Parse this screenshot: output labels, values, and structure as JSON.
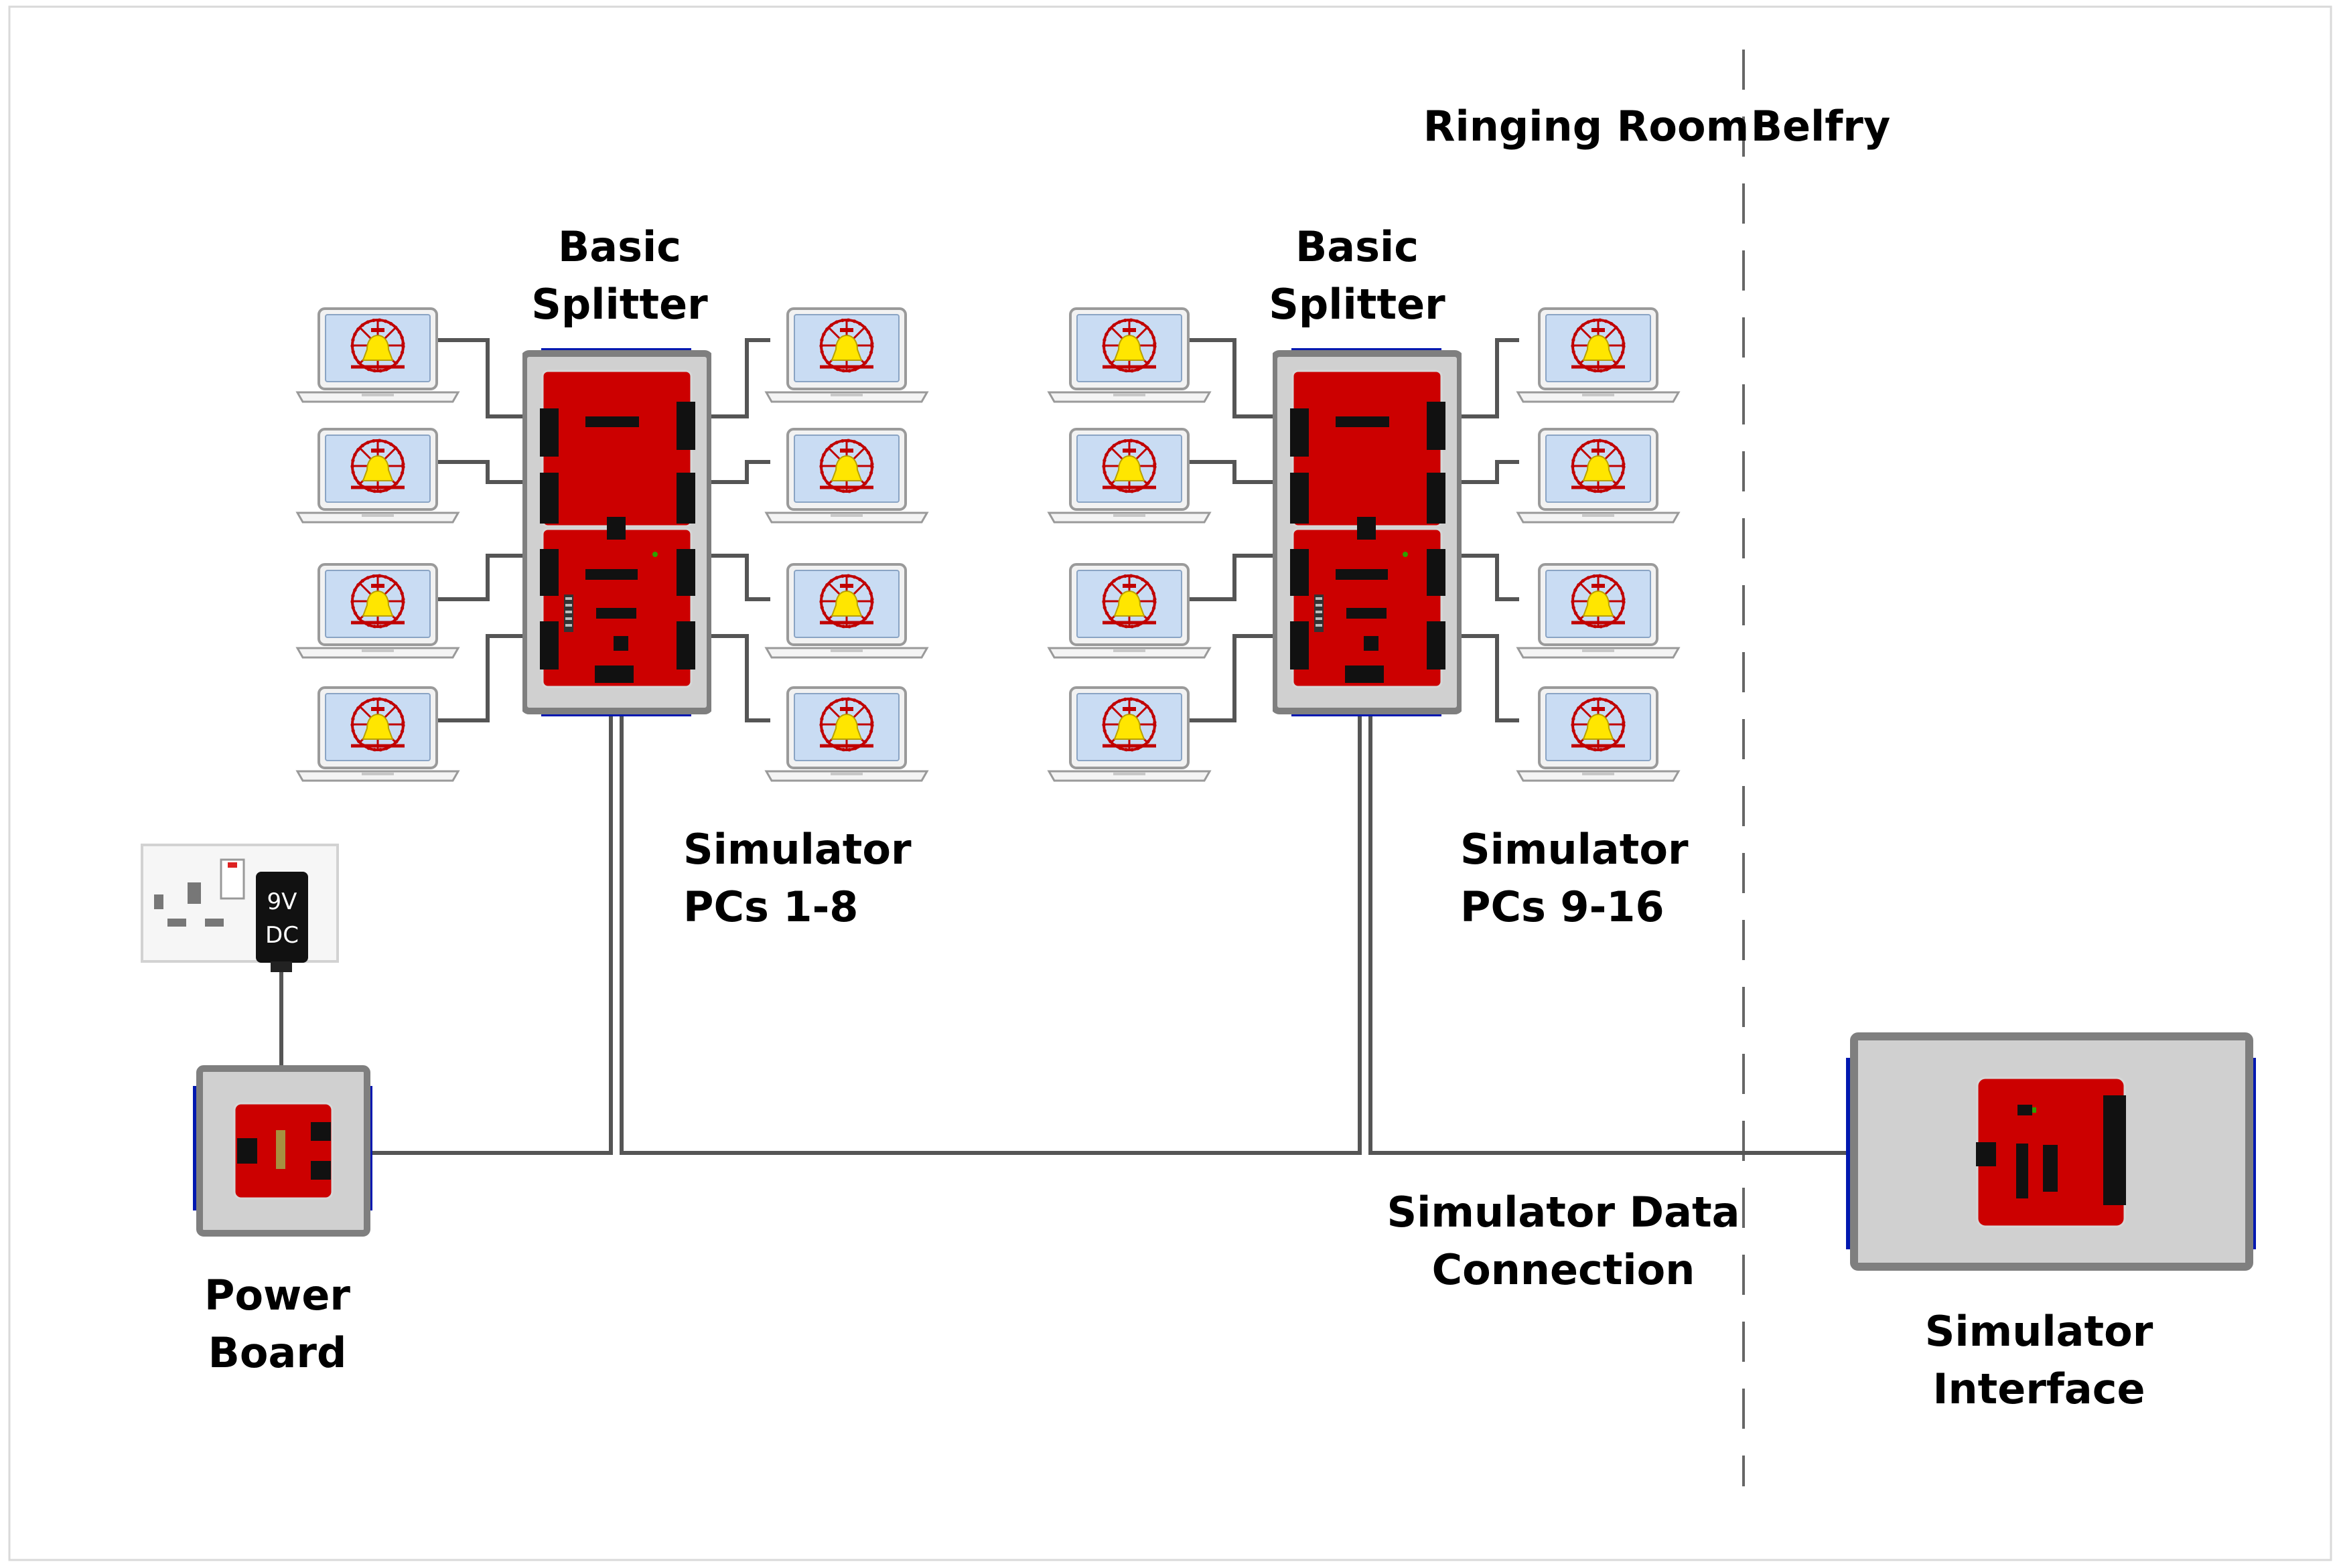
{
  "labels": {
    "zone_ringing_room": "Ringing Room",
    "zone_belfry": "Belfry",
    "splitter1": [
      "Basic",
      "Splitter"
    ],
    "splitter2": [
      "Basic",
      "Splitter"
    ],
    "pcs1": [
      "Simulator",
      "PCs 1-8"
    ],
    "pcs2": [
      "Simulator",
      "PCs 9-16"
    ],
    "power_board": [
      "Power",
      "Board"
    ],
    "data_connection": [
      "Simulator Data",
      "Connection"
    ],
    "interface": [
      "Simulator",
      "Interface"
    ],
    "adapter": [
      "9V",
      "DC"
    ]
  },
  "colors": {
    "board_red": "#cc0000",
    "case_grey": "#d0d0d0",
    "case_border": "#7f7f7f",
    "connector_blue": "#0018b0",
    "cable": "#555555",
    "laptop_screen": "#c9dcf3",
    "bell_yellow": "#ffe600",
    "wheel_red": "#c00000"
  },
  "icons": {
    "laptop": "laptop-with-bell-icon",
    "socket": "wall-socket-icon",
    "adapter": "power-adapter-icon"
  }
}
